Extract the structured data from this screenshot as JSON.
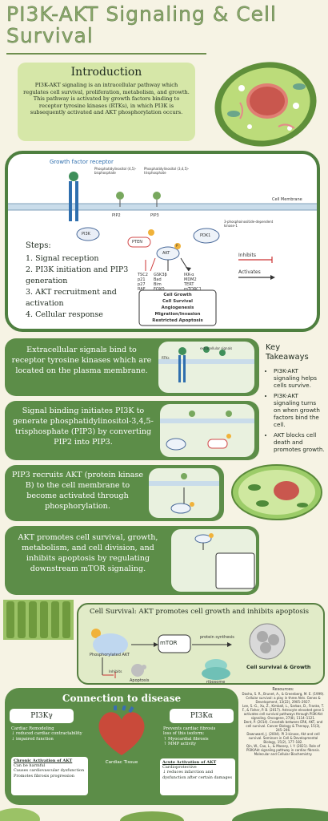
{
  "title": "PI3K-AKT Signaling & Cell Survival",
  "intro": {
    "heading": "Introduction",
    "text": "PI3K-AKT signaling is an intracellular pathway which regulates cell survival, proliferation, metabolism, and growth. This pathway is activated by growth factors binding to receptor tyrosine kinases (RTKs), in which PI3K is subsequently activated and AKT phosphorylation occurs."
  },
  "diagram": {
    "growth_factor_receptor": "Growth factor receptor",
    "pip2_label": "Phosphatidylinositol (4,5)-bisphosphate",
    "pip3_label": "Phosphatidylinositol (3,4,5)-trisphosphate",
    "cell_membrane": "Cell Membrane",
    "pi3k": "PI3K",
    "pip2": "PIP2",
    "pip3": "PIP3",
    "pten": "PTEN",
    "pdk1": "PDK1",
    "pdk1_desc": "3-phosphoinositide-dependent kinase-1",
    "akt": "AKT",
    "p": "P",
    "targets_left": [
      "TSC2",
      "p21",
      "p27",
      "RAF"
    ],
    "targets_mid": [
      "GSK3β",
      "Bad",
      "Bim",
      "FOXO"
    ],
    "targets_right": [
      "IKK-α",
      "MDM2",
      "TERT",
      "mTORC1"
    ],
    "outcomes": [
      "Cell Growth",
      "Cell Survival",
      "Angiogenesis",
      "Migration/Invasion",
      "Restricted Apoptosis"
    ],
    "legend_inhibits": "Inhibits",
    "legend_activates": "Activates",
    "steps_title": "Steps:",
    "steps": [
      "Signal reception",
      "PI3K initiation and PIP3 generation",
      "AKT recruitment and activation",
      "Cellular response"
    ]
  },
  "panels": [
    {
      "text": "Extracellular signals bind to receptor tyrosine kinases which are located on the plasma membrane."
    },
    {
      "text": "Signal binding initiates PI3K to generate phosphatidylinositol-3,4,5-trisphosphate (PIP3) by converting PIP2 into PIP3."
    },
    {
      "text": "PIP3 recruits AKT (protein kinase B) to the cell membrane to become activated through phosphorylation."
    },
    {
      "text": "AKT promotes cell survival, growth, metabolism, and cell division, and inhibits apoptosis by regulating downstream mTOR signaling."
    }
  ],
  "panel_labels": {
    "extracellular": "extracellular signals",
    "rtks": "RTKs"
  },
  "key_takeaways": {
    "heading": "Key Takeaways",
    "items": [
      "PI3K-AKT signaling helps cells survive.",
      "PI3K-AKT signaling turns on when growth factors bind the cell.",
      "AKT blocks cell death and promotes growth."
    ]
  },
  "survival": {
    "title": "Cell Survival: AKT promotes cell growth and inhibits apoptosis",
    "phospho_akt": "Phosphorylated AKT",
    "mtor": "mTOR",
    "protein_synthesis": "protein synthesis",
    "ribosome": "ribosome",
    "result": "Cell survival & Growth",
    "inhibits_label": "Inhibits",
    "apoptosis": "Apoptosis"
  },
  "disease": {
    "title": "Connection to disease",
    "left_box": "PI3Kγ",
    "right_box": "PI3Kα",
    "cardiac_tissue": "Cardiac Tissue",
    "left_points": [
      "Cardiac Remodeling",
      "↓ reduced cardiac contractability",
      "↓ impaired function"
    ],
    "chronic_title": "Chronic Activation of AKT",
    "chronic_points": [
      "Can be harmful",
      "Causes cardiovascular dysfunction",
      "Promotes fibrosis progression"
    ],
    "right_points": [
      "Prevents cardiac fibrosis",
      "loss of this isoform:",
      "↑ Myocardial fibrosis",
      "↑ MMP activity"
    ],
    "acute_title": "Acute Activation of AKT",
    "acute_points": [
      "Cardioprotective",
      "↓ reduces infarction and dysfunction after certain damages"
    ]
  },
  "resources": {
    "heading": "Resources:",
    "entries": [
      "Dasha, S. R., Brunet, A., & Greenberg, M. E. (1999). Cellular survival: a play in three Akts. Genes & Development, 13(22), 2905–2927.",
      "Lee, S.-G., Xu, Z., Kimball, L., Sarbas, D., Franke, T. F., & Fisher, P. B. (2017). Astrocyte elevated gene 1 activates cell survival pathways through PI3K-Akt signaling. Oncogene, 27(8), 1114–1121.",
      "Dent, P. (2014). Crosstalk between ERK, AKT, and cell survival. Cancer Biology & Therapy, 15(3), 245–246.",
      "Downward, J. (2004). PI 3-kinase, Akt and cell survival. Seminars in Cell & Developmental Biology, 15(2), 177–182.",
      "Qin, W., Cao, L., & Massey, I. Y. (2021). Role of PI3K/Akt signaling pathway in cardiac fibrosis. Molecular and Cellular Biochemistry."
    ]
  },
  "colors": {
    "accent": "#5c8d48",
    "title": "#8aa86a",
    "intro_bg": "#d6e7a8",
    "background": "#f6f3e4"
  }
}
